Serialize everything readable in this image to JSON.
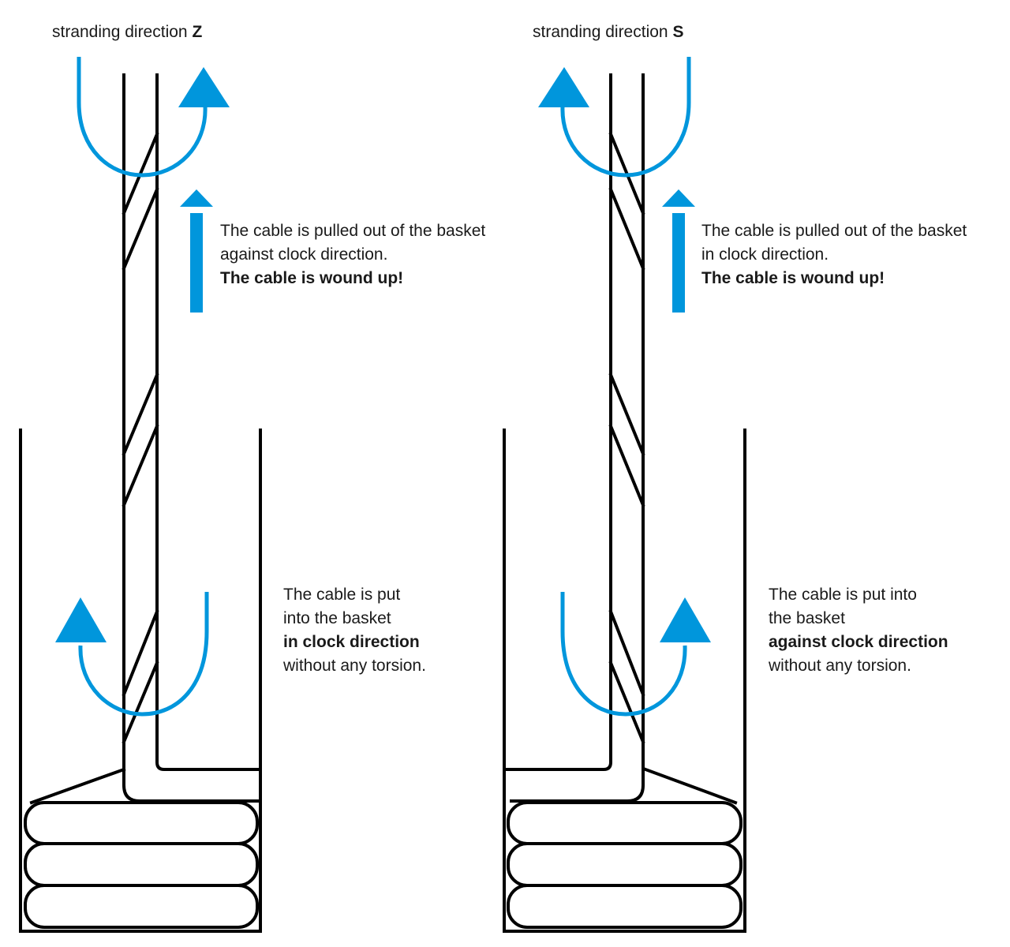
{
  "colors": {
    "arrow": "#0096dc",
    "line": "#000000",
    "text": "#1a1a1a",
    "background": "#ffffff"
  },
  "left_panel": {
    "title_prefix": "stranding direction ",
    "title_letter": "Z",
    "top_note": {
      "line1": "The cable is pulled out of the basket",
      "line2": "against clock direction.",
      "line3_bold": "The cable is wound up!"
    },
    "bottom_note": {
      "line1": "The cable is put",
      "line2": "into the basket",
      "line3_bold": "in clock direction",
      "line4": "without any torsion."
    }
  },
  "right_panel": {
    "title_prefix": "stranding direction ",
    "title_letter": "S",
    "top_note": {
      "line1": "The cable is pulled out of the basket",
      "line2": "in clock direction.",
      "line3_bold": "The cable is wound up!"
    },
    "bottom_note": {
      "line1": "The cable is put into",
      "line2": "the basket",
      "line3_bold": "against clock direction",
      "line4": "without any torsion."
    }
  }
}
